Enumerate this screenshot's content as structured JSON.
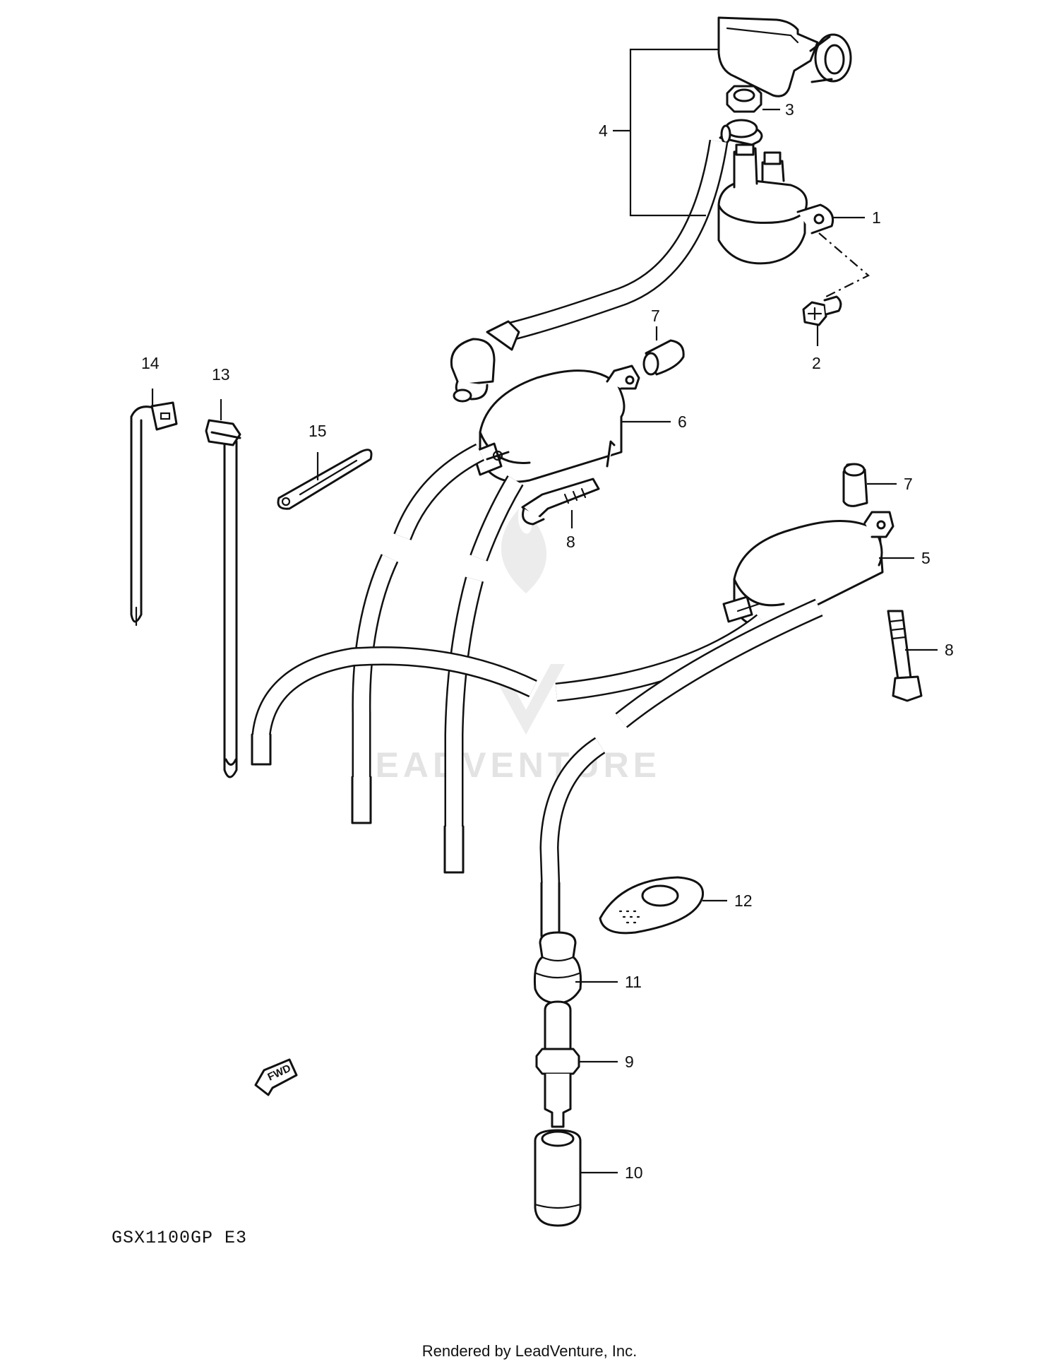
{
  "diagram": {
    "model_code": "GSX1100GP  E3",
    "footer": "Rendered by LeadVenture, Inc.",
    "watermark": "LEADVENTURE",
    "fwd_label": "FWD",
    "callouts": {
      "c1": "1",
      "c2": "2",
      "c3": "3",
      "c4": "4",
      "c5": "5",
      "c6": "6",
      "c7a": "7",
      "c7b": "7",
      "c8a": "8",
      "c8b": "8",
      "c9": "9",
      "c10": "10",
      "c11": "11",
      "c12": "12",
      "c13": "13",
      "c14": "14",
      "c15": "15"
    }
  }
}
